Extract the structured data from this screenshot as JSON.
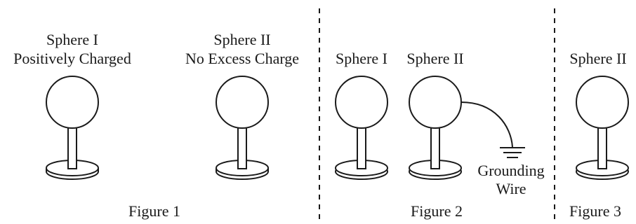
{
  "figure1": {
    "sphere_i": {
      "name": "Sphere I",
      "state": "Positively Charged"
    },
    "sphere_ii": {
      "name": "Sphere II",
      "state": "No Excess Charge"
    },
    "caption": "Figure 1"
  },
  "figure2": {
    "sphere_i": {
      "name": "Sphere I"
    },
    "sphere_ii": {
      "name": "Sphere II"
    },
    "ground_label_line1": "Grounding",
    "ground_label_line2": "Wire",
    "caption": "Figure 2"
  },
  "figure3": {
    "sphere_ii": {
      "name": "Sphere II"
    },
    "caption": "Figure 3"
  }
}
